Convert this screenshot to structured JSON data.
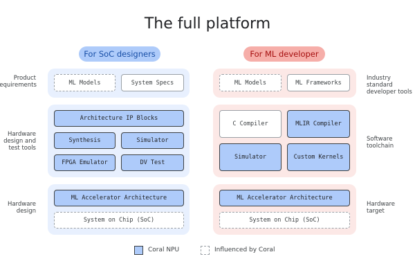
{
  "title": "The full platform",
  "columns": {
    "soc": {
      "header": "For SoC designers",
      "product": [
        "ML Models",
        "System Specs"
      ],
      "hardware_tools": [
        "Architecture IP Blocks",
        "Synthesis",
        "Simulator",
        "FPGA Emulator",
        "DV Test"
      ],
      "hardware_design": [
        "ML Accelerator Architecture",
        "System on Chip (SoC)"
      ]
    },
    "ml": {
      "header": "For ML developer",
      "dev_tools": [
        "ML Models",
        "ML Frameworks"
      ],
      "toolchain": [
        "C Compiler",
        "MLIR Compiler",
        "Simulator",
        "Custom Kernels"
      ],
      "hardware_target": [
        "ML Accelerator Architecture",
        "System on Chip (SoC)"
      ]
    }
  },
  "left_labels": {
    "product": [
      "Product",
      "requirements"
    ],
    "hw_tools": [
      "Hardware",
      "design and",
      "test tools"
    ],
    "hw_design": [
      "Hardware",
      "design"
    ]
  },
  "right_labels": {
    "industry": [
      "Industry standard",
      "developer tools"
    ],
    "software": [
      "Software",
      "toolchain"
    ],
    "hw_target": [
      "Hardware",
      "target"
    ]
  },
  "legend": {
    "npu": "Coral NPU",
    "influenced": "Influenced by Coral"
  },
  "colors": {
    "npu_fill": "#aecbfa",
    "blue_panel": "#e8f0fe",
    "red_panel": "#fce8e6",
    "red_pill": "#f6aea9"
  }
}
